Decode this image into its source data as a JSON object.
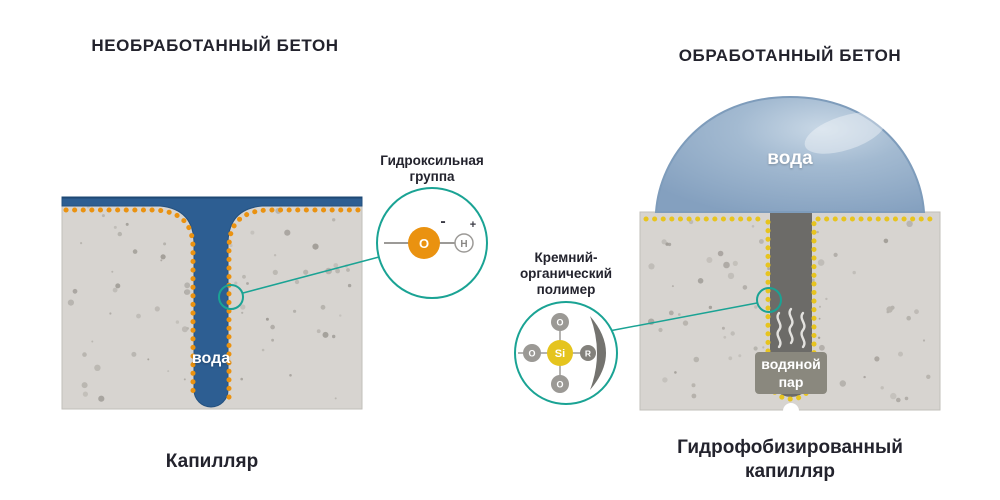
{
  "colors": {
    "accent_teal": "#1aa394",
    "water_blue": "#2d5e92",
    "droplet_blue": "#8fa9c6",
    "concrete_gray": "#d7d4d0",
    "channel_gray": "#6c6b68",
    "hydroxyl_orange": "#ea9210",
    "polymer_yellow": "#e7c41f",
    "text_dark": "#23232d"
  },
  "left_panel": {
    "title": "НЕОБРАБОТАННЫЙ БЕТОН",
    "water_label": "вода",
    "magnifier_label": "Гидроксильная группа",
    "molecule": {
      "oxygen": "O",
      "hydrogen": "H",
      "minus": "-",
      "plus": "+"
    },
    "caption": "Капилляр"
  },
  "right_panel": {
    "title": "ОБРАБОТАННЫЙ БЕТОН",
    "droplet_label": "вода",
    "magnifier_label": "Кремний-органический полимер",
    "molecule": {
      "silicon": "Si",
      "oxygen": "O",
      "r_group": "R"
    },
    "vapor_label": "водяной пар",
    "caption": "Гидрофобизированный капилляр"
  }
}
